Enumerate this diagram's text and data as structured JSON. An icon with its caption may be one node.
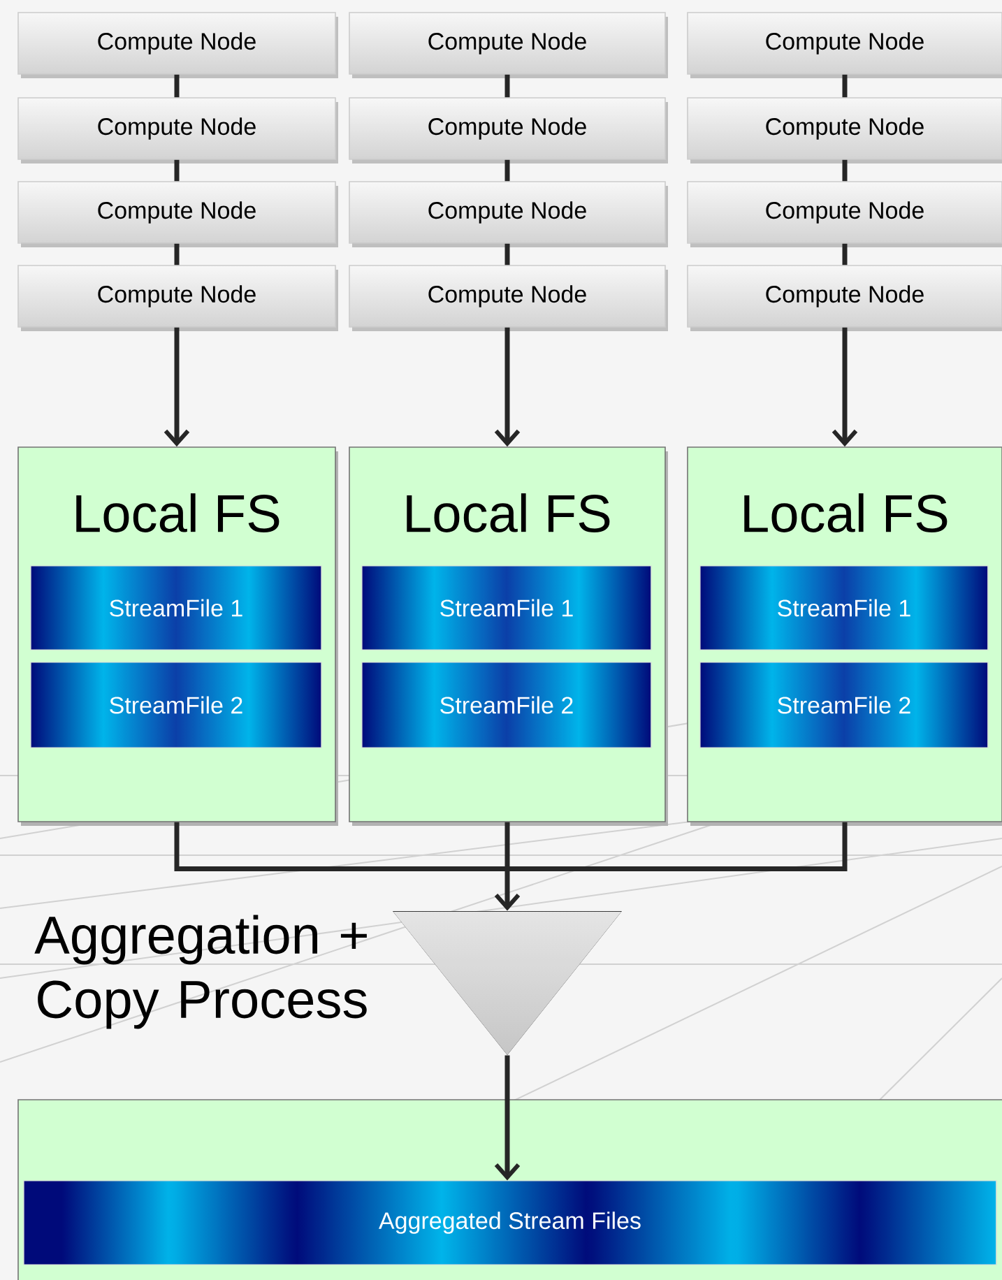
{
  "diagram": {
    "nodes": [
      {
        "text": [
          "Compute Node"
        ]
      },
      {
        "text": [
          "Compute Node"
        ]
      },
      {
        "text": [
          "Compute Node"
        ]
      },
      {
        "text": [
          "Compute Node"
        ]
      },
      {
        "text": [
          "Compute Node"
        ]
      },
      {
        "text": [
          "Compute Node"
        ]
      },
      {
        "text": [
          "Compute Node"
        ]
      },
      {
        "text": [
          "Compute Node"
        ]
      },
      {
        "text": [
          "Compute Node"
        ]
      },
      {
        "text": [
          "Compute Node"
        ]
      },
      {
        "text": [
          "Compute Node"
        ]
      },
      {
        "text": [
          "Compute Node"
        ]
      },
      {
        "text": [
          "Local FS"
        ]
      },
      {
        "text": [
          "StreamFile 1"
        ],
        "in": 12
      },
      {
        "text": [
          "StreamFile 2"
        ],
        "in": 12
      },
      {
        "text": [
          "Local FS"
        ]
      },
      {
        "text": [
          "StreamFile 1"
        ],
        "in": 15
      },
      {
        "text": [
          "StreamFile 2"
        ],
        "in": 15
      },
      {
        "text": [
          "Local FS"
        ]
      },
      {
        "text": [
          "StreamFile 1"
        ],
        "in": 18
      },
      {
        "text": [
          "StreamFile 2"
        ],
        "in": 18
      },
      {
        "text": [],
        "shape": "triangle",
        "beside": [
          "Aggregation + Copy Process"
        ]
      },
      {
        "text": [],
        "shape": "box"
      },
      {
        "text": [
          "Aggregated Stream Files"
        ],
        "in": 22
      }
    ],
    "edges": [
      {
        "from": 0,
        "to": 3,
        "arrow": "none"
      },
      {
        "from": 3,
        "to": 6,
        "arrow": "none"
      },
      {
        "from": 6,
        "to": 9,
        "arrow": "none"
      },
      {
        "from": 9,
        "to": 12,
        "arrow": "to"
      },
      {
        "from": 1,
        "to": 4,
        "arrow": "none"
      },
      {
        "from": 4,
        "to": 7,
        "arrow": "none"
      },
      {
        "from": 7,
        "to": 10,
        "arrow": "none"
      },
      {
        "from": 10,
        "to": 15,
        "arrow": "to"
      },
      {
        "from": 2,
        "to": 5,
        "arrow": "none"
      },
      {
        "from": 5,
        "to": 8,
        "arrow": "none"
      },
      {
        "from": 8,
        "to": 11,
        "arrow": "none"
      },
      {
        "from": 11,
        "to": 18,
        "arrow": "to"
      },
      {
        "from": 12,
        "to": 21,
        "arrow": "to"
      },
      {
        "from": 15,
        "to": 21,
        "arrow": "to"
      },
      {
        "from": 18,
        "to": 21,
        "arrow": "to"
      },
      {
        "from": 21,
        "to": 23,
        "arrow": "to"
      }
    ]
  }
}
